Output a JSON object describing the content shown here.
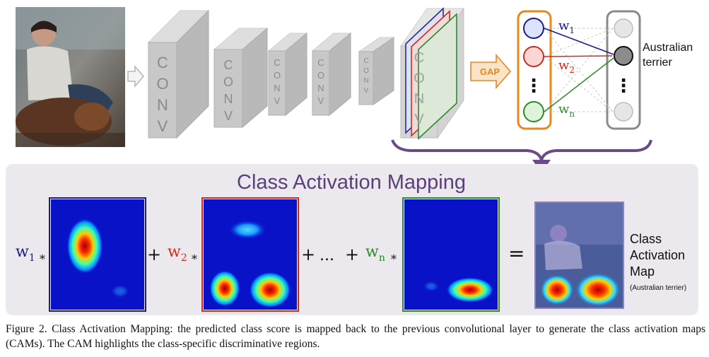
{
  "figure": {
    "conv_letters": "CONV",
    "gap_label": "GAP",
    "weights": [
      {
        "base": "w",
        "sub": "1"
      },
      {
        "base": "w",
        "sub": "2"
      },
      {
        "base": "w",
        "sub": "n"
      }
    ],
    "vertical_dots": "⋮",
    "output_class": [
      "Australian",
      "terrier"
    ],
    "cam_title": "Class Activation Mapping",
    "plus": "+",
    "ellipsis": "...",
    "times": "*",
    "equals": "=",
    "result_label": [
      "Class",
      "Activation",
      "Map"
    ],
    "result_sublabel": "(Australian terrier)",
    "colors": {
      "w1": "#1c1c8f",
      "w2": "#d42b1e",
      "wn": "#2e8b2e",
      "purple": "#6a4a8a",
      "orange": "#e8871e",
      "panel": "#ebe8ee"
    }
  },
  "caption": {
    "label": "Figure 2.",
    "text": " Class Activation Mapping: the predicted class score is mapped back to the previous convolutional layer to generate the class activation maps (CAMs). The CAM highlights the class-specific discriminative regions."
  }
}
